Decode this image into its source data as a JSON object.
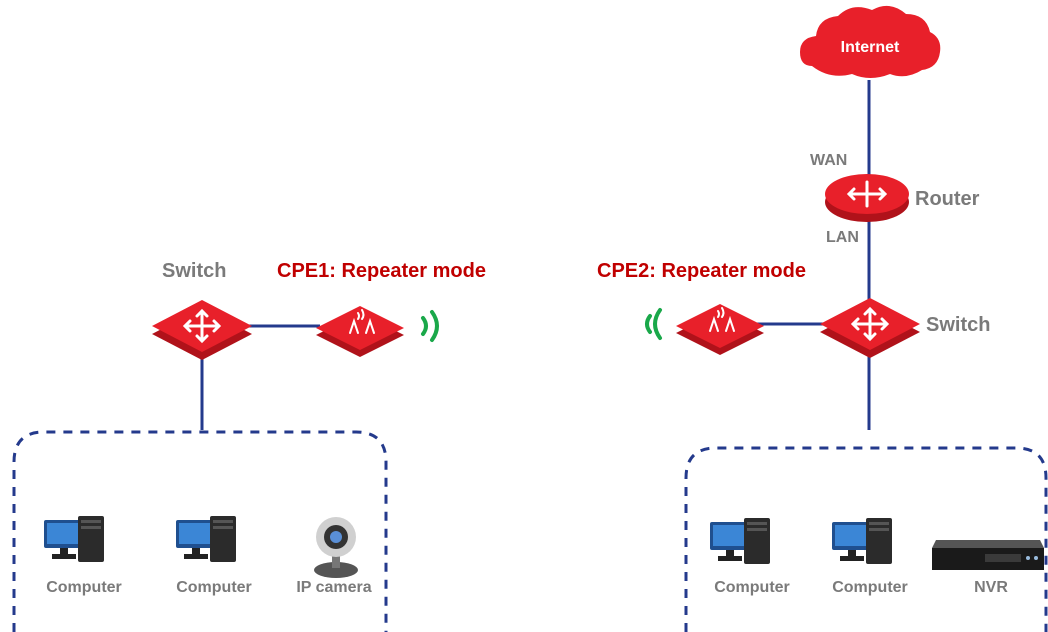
{
  "colors": {
    "device_red": "#e8202a",
    "link_blue": "#243a8c",
    "label_gray": "#7a7a7a",
    "label_red": "#c00000",
    "wifi_green": "#1aa84a"
  },
  "cloud": {
    "label": "Internet",
    "icon": "cloud-icon"
  },
  "router": {
    "label": "Router",
    "wan_label": "WAN",
    "lan_label": "LAN",
    "icon": "router-icon"
  },
  "left": {
    "switch_label": "Switch",
    "cpe_label": "CPE1: Repeater mode",
    "devices": [
      "Computer",
      "Computer",
      "IP camera"
    ]
  },
  "right": {
    "switch_label": "Switch",
    "cpe_label": "CPE2: Repeater mode",
    "devices": [
      "Computer",
      "Computer",
      "NVR"
    ]
  }
}
